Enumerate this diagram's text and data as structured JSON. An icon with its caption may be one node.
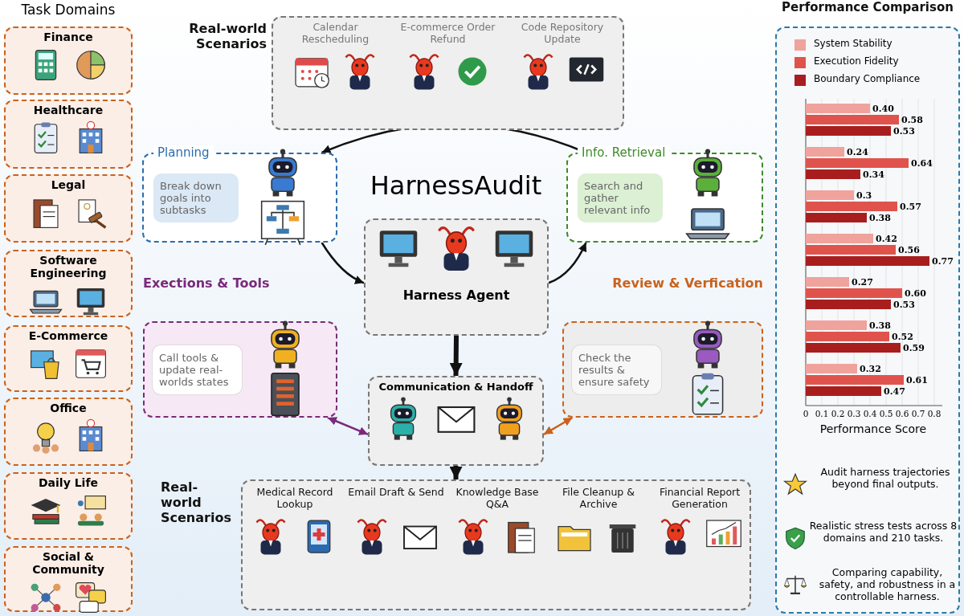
{
  "diagram": {
    "title": "HarnessAudit",
    "nodes": [
      {
        "text": [
          "Finance"
        ]
      },
      {
        "text": [
          "Healthcare"
        ]
      },
      {
        "text": [
          "Legal"
        ]
      },
      {
        "text": [
          "Software Engineering"
        ]
      },
      {
        "text": [
          "E-Commerce"
        ]
      },
      {
        "text": [
          "Office"
        ]
      },
      {
        "text": [
          "Daily Life"
        ]
      },
      {
        "text": [
          "Social & Community"
        ]
      },
      {
        "text": [
          "Real-world Scenarios"
        ]
      },
      {
        "text": [
          "Calendar Rescheduling"
        ],
        "in": 8
      },
      {
        "text": [
          "E-commerce Order Refund"
        ],
        "in": 8
      },
      {
        "text": [
          "Code Repository Update"
        ],
        "in": 8
      },
      {
        "text": [
          "Planning",
          "Break down goals into subtasks"
        ]
      },
      {
        "text": [
          "Info. Retrieval",
          "Search and gather relevant info"
        ]
      },
      {
        "text": [
          "Harness Agent"
        ]
      },
      {
        "text": [
          "Exections & Tools",
          "Call tools & update real-worlds states"
        ]
      },
      {
        "text": [
          "Review & Verfication",
          "Check the results & ensure safety"
        ]
      },
      {
        "text": [
          "Communication & Handoff"
        ]
      },
      {
        "text": [
          "Real-world Scenarios"
        ]
      },
      {
        "text": [
          "Medical Record Lookup"
        ],
        "in": 18
      },
      {
        "text": [
          "Email Draft & Send"
        ],
        "in": 18
      },
      {
        "text": [
          "Knowledge Base Q&A"
        ],
        "in": 18
      },
      {
        "text": [
          "File Cleanup & Archive"
        ],
        "in": 18
      },
      {
        "text": [
          "Financial Report Generation"
        ],
        "in": 18
      },
      {
        "text": [
          "Performance Comparison"
        ]
      }
    ],
    "edges": [
      {
        "from": 13,
        "to": 12,
        "arrow": "to"
      },
      {
        "from": 12,
        "to": 14,
        "arrow": "to"
      },
      {
        "from": 14,
        "to": 13,
        "arrow": "to"
      },
      {
        "from": 14,
        "to": 17,
        "arrow": "to",
        "style": "thick"
      },
      {
        "from": 15,
        "to": 17,
        "arrow": "both",
        "color": "#7a2a7a"
      },
      {
        "from": 16,
        "to": 17,
        "arrow": "both",
        "color": "#c9621e"
      },
      {
        "from": 17,
        "to": 18,
        "arrow": "to",
        "style": "thick"
      }
    ],
    "labels": [
      "Task Domains",
      "Audit harness trajectories beyond final outputs.",
      "Realistic stress tests across 8 domains and 210 tasks.",
      "Comparing capability, safety, and robustness in a controllable harness."
    ],
    "chart_data": {
      "type": "bar",
      "orientation": "horizontal",
      "xlabel": "Performance Score",
      "xlim": [
        0,
        0.85
      ],
      "grid": true,
      "categories": [
        null,
        null,
        null,
        null,
        null,
        null,
        null
      ],
      "series": [
        {
          "name": "System Stability",
          "color": "#f0a29c",
          "values": [
            0.4,
            0.24,
            0.3,
            0.42,
            0.27,
            0.38,
            0.32
          ]
        },
        {
          "name": "Execution Fidelity",
          "color": "#e0534d",
          "values": [
            0.58,
            0.64,
            0.57,
            0.56,
            0.6,
            0.52,
            0.61
          ]
        },
        {
          "name": "Boundary Compliance",
          "color": "#a81e1e",
          "values": [
            0.53,
            0.34,
            0.38,
            0.77,
            0.53,
            0.59,
            0.47
          ]
        }
      ],
      "xticks": [
        0,
        0.1,
        0.2,
        0.3,
        0.4,
        0.5,
        0.6,
        0.7,
        0.8
      ],
      "value_labels": [
        [
          "0.40",
          "0.24",
          "0.3",
          "0.42",
          "0.27",
          "0.38",
          "0.32"
        ],
        [
          "0.58",
          "0.64",
          "0.57",
          "0.56",
          "0.60",
          "0.52",
          "0.61"
        ],
        [
          "0.53",
          "0.34",
          "0.38",
          "0.77",
          "0.53",
          "0.59",
          "0.47"
        ]
      ]
    }
  }
}
